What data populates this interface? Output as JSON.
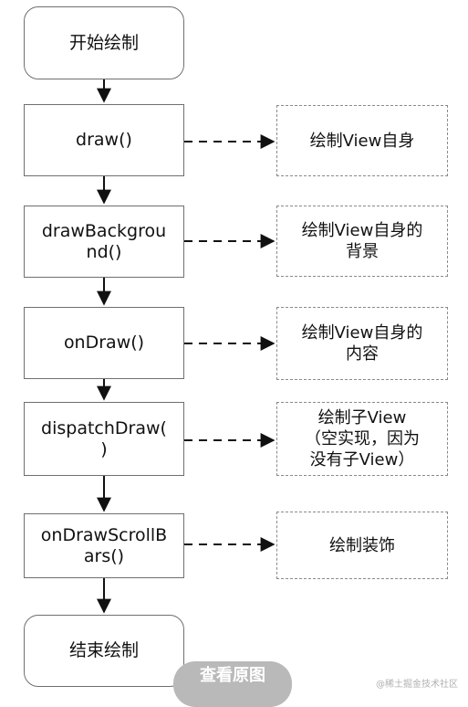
{
  "flow": {
    "start": "开始绘制",
    "draw": "draw()",
    "draw_background": "drawBackgrou\nnd()",
    "on_draw": "onDraw()",
    "dispatch_draw": "dispatchDraw(\n)",
    "scrollbars": "onDrawScrollB\nars()",
    "end": "结束绘制"
  },
  "notes": {
    "draw": "绘制View自身",
    "draw_background": "绘制View自身的\n背景",
    "on_draw": "绘制View自身的\n内容",
    "dispatch_draw": "绘制子View\n（空实现，因为\n没有子View）",
    "scrollbars": "绘制装饰"
  },
  "overlay": {
    "view_original": "查看原图",
    "watermark": "@稀土掘金技术社区"
  }
}
